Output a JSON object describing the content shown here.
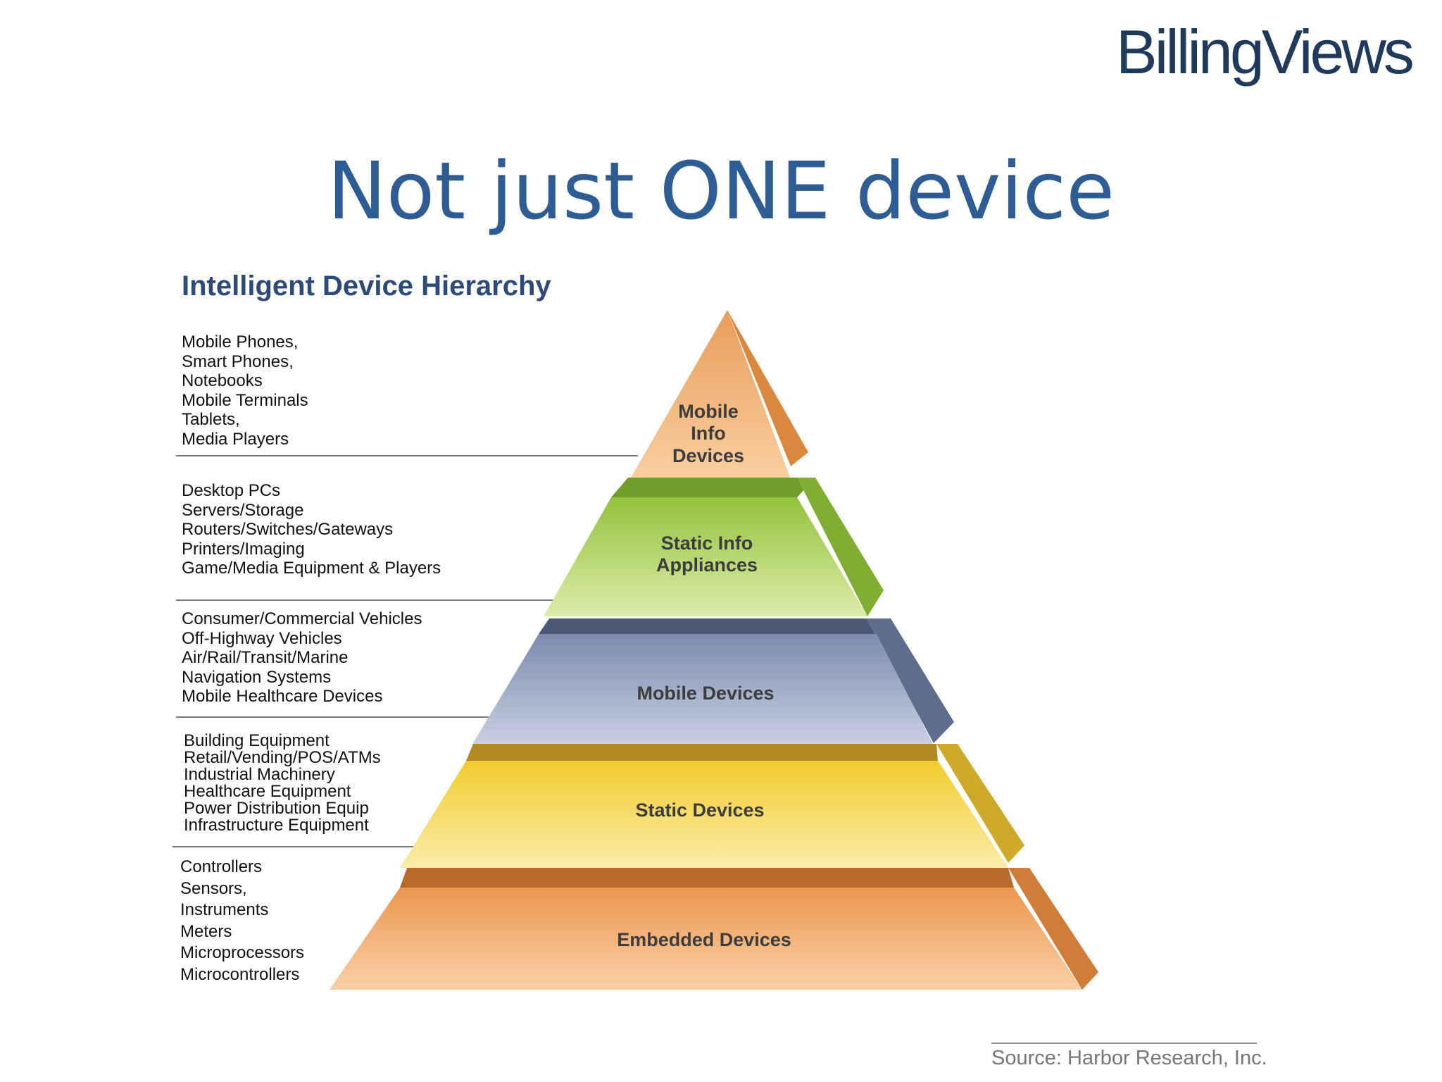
{
  "header": {
    "logo_text": "BillingViews",
    "slide_title": "Not just ONE device"
  },
  "figure": {
    "title": "Intelligent Device Hierarchy",
    "levels": [
      {
        "name_lines": [
          "Mobile",
          "Info",
          "Devices"
        ],
        "examples": [
          "Mobile Phones,",
          "Smart Phones,",
          "Notebooks",
          "Mobile Terminals",
          "Tablets,",
          "Media Players"
        ],
        "color_front": "#f3b47a",
        "color_side": "#d9883e"
      },
      {
        "name_lines": [
          "Static Info",
          "Appliances"
        ],
        "examples": [
          "Desktop PCs",
          "Servers/Storage",
          "Routers/Switches/Gateways",
          "Printers/Imaging",
          "Game/Media Equipment & Players"
        ],
        "color_front": "#a6cd52",
        "color_side": "#6f9e2a"
      },
      {
        "name_lines": [
          "Mobile Devices"
        ],
        "examples": [
          "Consumer/Commercial Vehicles",
          "Off-Highway Vehicles",
          "Air/Rail/Transit/Marine",
          "Navigation Systems",
          "Mobile Healthcare Devices"
        ],
        "color_front": "#9aa8c6",
        "color_side": "#5e6c8e"
      },
      {
        "name_lines": [
          "Static Devices"
        ],
        "examples": [
          "Building Equipment",
          "Retail/Vending/POS/ATMs",
          "Industrial Machinery",
          "Healthcare Equipment",
          "Power Distribution Equip",
          "Infrastructure Equipment"
        ],
        "color_front": "#f5d64e",
        "color_side": "#cfa92a"
      },
      {
        "name_lines": [
          "Embedded Devices"
        ],
        "examples": [
          "Controllers",
          "Sensors,",
          "Instruments",
          "Meters",
          "Microprocessors",
          "Microcontrollers"
        ],
        "color_front": "#f3aa6c",
        "color_side": "#cf7d39"
      }
    ],
    "source": "Source: Harbor Research, Inc."
  }
}
